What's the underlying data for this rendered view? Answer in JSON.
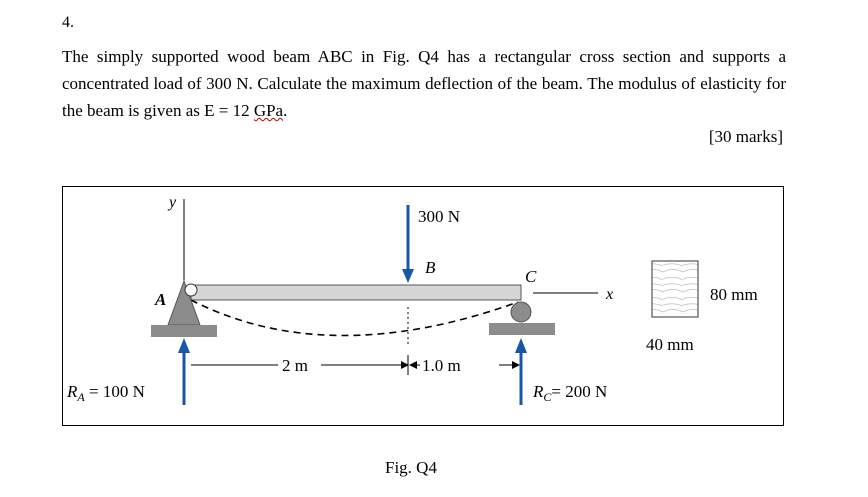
{
  "question": {
    "number": "4.",
    "text_before_gpa": "The simply supported wood beam ABC in Fig. Q4 has a rectangular cross section and supports a concentrated load of 300 N. Calculate the maximum deflection of the beam. The modulus of elasticity for the beam is given as E = 12 ",
    "gpa": "GPa",
    "text_after_gpa": ".",
    "marks": "[30 marks]"
  },
  "figure": {
    "load_label": "300 N",
    "point_a": "A",
    "point_b": "B",
    "point_c": "C",
    "axis_x": "x",
    "axis_y": "y",
    "reaction_a_symbol": "R",
    "reaction_a_subscript": "A",
    "reaction_a_value": " = 100 N",
    "reaction_c_symbol": "R",
    "reaction_c_subscript": "C",
    "reaction_c_value": "= 200 N",
    "dim_ab": "2 m",
    "dim_bc": "1.0 m",
    "section_height": "80 mm",
    "section_width": "40 mm",
    "colors": {
      "arrow": "#1a56a8",
      "beam_fill": "#d6d6d6",
      "support": "#8c8c8c"
    }
  },
  "caption": "Fig. Q4"
}
